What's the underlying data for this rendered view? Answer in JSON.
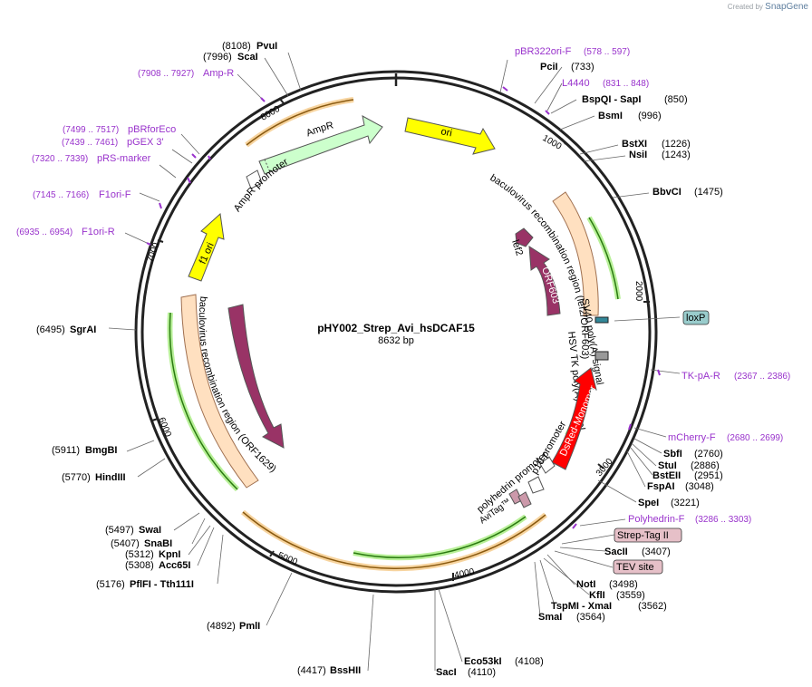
{
  "credit": {
    "prefix": "Created by",
    "brand": "SnapGene"
  },
  "plasmid": {
    "name": "pHY002_Strep_Avi_hsDCAF15",
    "length_label": "8632 bp",
    "length": 8632
  },
  "ticks": [
    {
      "bp": 1000,
      "label": "1000"
    },
    {
      "bp": 2000,
      "label": "2000"
    },
    {
      "bp": 3000,
      "label": "3000"
    },
    {
      "bp": 4000,
      "label": "4000"
    },
    {
      "bp": 5000,
      "label": "5000"
    },
    {
      "bp": 6000,
      "label": "6000"
    },
    {
      "bp": 7000,
      "label": "7000"
    },
    {
      "bp": 8000,
      "label": "8000"
    }
  ],
  "sites": [
    {
      "name": "PvuI",
      "pos": "(8108)",
      "bp": 8108
    },
    {
      "name": "ScaI",
      "pos": "(7996)",
      "bp": 7996
    },
    {
      "name": "PciI",
      "pos": "(733)",
      "bp": 733
    },
    {
      "name": "BspQI  -  SapI",
      "pos": "(850)",
      "bp": 850
    },
    {
      "name": "BsmI",
      "pos": "(996)",
      "bp": 996
    },
    {
      "name": "BstXI",
      "pos": "(1226)",
      "bp": 1226
    },
    {
      "name": "NsiI",
      "pos": "(1243)",
      "bp": 1243
    },
    {
      "name": "BbvCI",
      "pos": "(1475)",
      "bp": 1475
    },
    {
      "name": "SbfI",
      "pos": "(2760)",
      "bp": 2760
    },
    {
      "name": "StuI",
      "pos": "(2886)",
      "bp": 2886
    },
    {
      "name": "BstEII",
      "pos": "(2951)",
      "bp": 2951
    },
    {
      "name": "FspAI",
      "pos": "(3048)",
      "bp": 3048
    },
    {
      "name": "SpeI",
      "pos": "(3221)",
      "bp": 3221
    },
    {
      "name": "SacII",
      "pos": "(3407)",
      "bp": 3407
    },
    {
      "name": "NotI",
      "pos": "(3498)",
      "bp": 3498
    },
    {
      "name": "KflI",
      "pos": "(3559)",
      "bp": 3559
    },
    {
      "name": "TspMI  -  XmaI",
      "pos": "(3562)",
      "bp": 3562
    },
    {
      "name": "SmaI",
      "pos": "(3564)",
      "bp": 3564
    },
    {
      "name": "Eco53kI",
      "pos": "(4108)",
      "bp": 4108
    },
    {
      "name": "SacI",
      "pos": "(4110)",
      "bp": 4110
    },
    {
      "name": "BssHII",
      "pos": "(4417)",
      "bp": 4417
    },
    {
      "name": "PmlI",
      "pos": "(4892)",
      "bp": 4892
    },
    {
      "name": "PflFI  -  Tth111I",
      "pos": "(5176)",
      "bp": 5176
    },
    {
      "name": "Acc65I",
      "pos": "(5308)",
      "bp": 5308
    },
    {
      "name": "KpnI",
      "pos": "(5312)",
      "bp": 5312
    },
    {
      "name": "SnaBI",
      "pos": "(5407)",
      "bp": 5407
    },
    {
      "name": "SwaI",
      "pos": "(5497)",
      "bp": 5497
    },
    {
      "name": "HindIII",
      "pos": "(5770)",
      "bp": 5770
    },
    {
      "name": "BmgBI",
      "pos": "(5911)",
      "bp": 5911
    },
    {
      "name": "SgrAI",
      "pos": "(6495)",
      "bp": 6495
    }
  ],
  "primers": [
    {
      "name": "pBR322ori-F",
      "range": "(578 .. 597)",
      "bp": 587
    },
    {
      "name": "L4440",
      "range": "(831 .. 848)",
      "bp": 840
    },
    {
      "name": "TK-pA-R",
      "range": "(2367 .. 2386)",
      "bp": 2376
    },
    {
      "name": "mCherry-F",
      "range": "(2680 .. 2699)",
      "bp": 2690
    },
    {
      "name": "Polyhedrin-F",
      "range": "(3286 .. 3303)",
      "bp": 3295
    },
    {
      "name": "F1ori-R",
      "range": "(6935 .. 6954)",
      "bp": 6945
    },
    {
      "name": "F1ori-F",
      "range": "(7145 .. 7166)",
      "bp": 7155
    },
    {
      "name": "pRS-marker",
      "range": "(7320 .. 7339)",
      "bp": 7330
    },
    {
      "name": "pGEX 3'",
      "range": "(7439 .. 7461)",
      "bp": 7450
    },
    {
      "name": "pBRforEco",
      "range": "(7499 .. 7517)",
      "bp": 7508
    },
    {
      "name": "Amp-R",
      "range": "(7908 .. 7927)",
      "bp": 7918
    }
  ],
  "boxed_features": [
    {
      "name": "loxP"
    },
    {
      "name": "Strep-Tag II"
    },
    {
      "name": "TEV site"
    }
  ],
  "features": {
    "ori": "ori",
    "ampr": "AmpR",
    "ampr_promoter": "AmpR promoter",
    "f1_ori": "f1 ori",
    "orf603": "ORF603",
    "lef2": "lef2",
    "orf1629": "ORF1629",
    "bac_region_top": "baculovirus recombination region (lef2/ORF603)",
    "bac_region_left": "baculovirus recombination region (ORF1629)",
    "sv40": "SV40 poly(A) signal",
    "hsv_tk": "HSV TK poly(A) signal",
    "dsred": "DsRed-Monomer",
    "p10": "p10 promoter",
    "polyhedrin": "polyhedrin promoter",
    "avitag": "AviTag™"
  },
  "colors": {
    "ori": "#ffff00",
    "ampr": "#ccffcc",
    "orf": "#993366",
    "bac_region": "#ffe0c0",
    "dsred": "#ff0000",
    "enzyme": "#000000",
    "primer": "#9933cc",
    "loxp": "#99cccc",
    "tag": "#e6c0c8"
  }
}
